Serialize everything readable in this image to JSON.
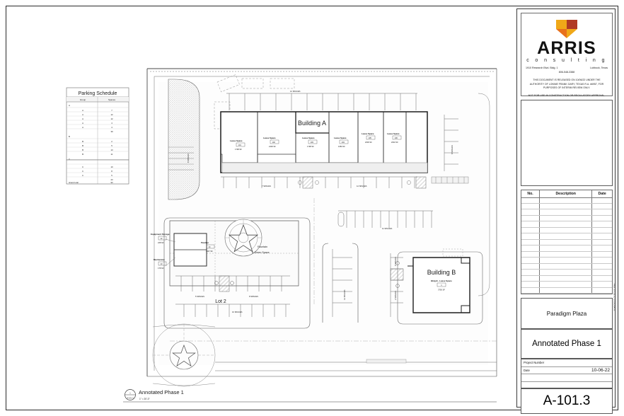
{
  "sheet": {
    "plot_stamp": "10/6/2022 2:37:11 PM"
  },
  "titleblock": {
    "logo": {
      "name": "ARRIS",
      "tagline": "c o n s u l t i n g",
      "address_line": "1910 Research Blvd. Bldg. 1",
      "city_state": "Lubbock, Texas",
      "phone": "806-548-3388",
      "disclaimer_1": "THIS DOCUMENT IS RELEASED ON  10/06/22  UNDER THE AUTHORITY OF LONNIE FRANK GARY, TEXAS R.A. #6957, FOR PURPOSES OF INTERIM REVIEW ONLY.",
      "disclaimer_2": "NOT FOR USE IN CONSTRUCTION OR REGULATORY APPROVAL."
    },
    "revisions": {
      "columns": [
        "No.",
        "Description",
        "Date"
      ],
      "rows": [
        {
          "no": "",
          "description": "",
          "date": ""
        },
        {
          "no": "",
          "description": "",
          "date": ""
        },
        {
          "no": "",
          "description": "",
          "date": ""
        },
        {
          "no": "",
          "description": "",
          "date": ""
        },
        {
          "no": "",
          "description": "",
          "date": ""
        },
        {
          "no": "",
          "description": "",
          "date": ""
        },
        {
          "no": "",
          "description": "",
          "date": ""
        },
        {
          "no": "",
          "description": "",
          "date": ""
        },
        {
          "no": "",
          "description": "",
          "date": ""
        },
        {
          "no": "",
          "description": "",
          "date": ""
        },
        {
          "no": "",
          "description": "",
          "date": ""
        },
        {
          "no": "",
          "description": "",
          "date": ""
        },
        {
          "no": "",
          "description": "",
          "date": ""
        },
        {
          "no": "",
          "description": "",
          "date": ""
        },
        {
          "no": "",
          "description": "",
          "date": ""
        },
        {
          "no": "",
          "description": "",
          "date": ""
        }
      ]
    },
    "project_name": "Paradigm Plaza",
    "sheet_title": "Annotated Phase 1",
    "project_number_label": "Project Number",
    "project_number_value": "",
    "date_label": "Date",
    "date_value": "10-06-22",
    "extra_label_1": "",
    "extra_label_2": "",
    "sheet_number": "A-101.3"
  },
  "drawing": {
    "title": "Annotated Phase 1",
    "scale": "1\" = 20'-0\"",
    "detail_number": "1",
    "detail_sheet": "A-101.3",
    "buildings": [
      {
        "name": "Building A"
      },
      {
        "name": "Building B"
      }
    ],
    "lot_label": "Lot 2",
    "green_space_label_1": "Fountain",
    "green_space_label_2": "& Green Space",
    "lease_spaces": [
      {
        "label": "Lease Space",
        "number": "101",
        "area": "1798 SF"
      },
      {
        "label": "Lease Space",
        "number": "102",
        "area": "2400 SF"
      },
      {
        "label": "Lease Space",
        "number": "103",
        "area": "1798 SF"
      },
      {
        "label": "Lease Space",
        "number": "104",
        "area": "1683 SF"
      },
      {
        "label": "Lease Space",
        "number": "105",
        "area": "2006 SF"
      },
      {
        "label": "Lease Space",
        "number": "106",
        "area": "2032 SF"
      }
    ],
    "building_b_space": {
      "label": "Bldg B - Lease Space",
      "number": "1",
      "area": "3750 SF"
    },
    "site_rooms": [
      {
        "label": "Equipment Storage",
        "number": "12",
        "area": "228 SF"
      },
      {
        "label": "Mechanical",
        "number": "13",
        "area": "178 SF"
      },
      {
        "label": "Pavilion",
        "number": "14",
        "area": "1447 SF"
      }
    ],
    "parking_counts": [
      {
        "id": "a",
        "text": "12 SPACES"
      },
      {
        "id": "b",
        "text": "7 SPACES"
      },
      {
        "id": "c",
        "text": "12 SPACES"
      },
      {
        "id": "d",
        "text": "6 SPACES"
      },
      {
        "id": "e",
        "text": "6 SPACES"
      },
      {
        "id": "f",
        "text": "11 SPACES"
      },
      {
        "id": "g",
        "text": "5 SPACES"
      },
      {
        "id": "h",
        "text": "8 SPACES"
      },
      {
        "id": "i",
        "text": "10 SPACES"
      },
      {
        "id": "j",
        "text": "13 SPACES"
      },
      {
        "id": "k",
        "text": "5 SPACES"
      },
      {
        "id": "l",
        "text": "2 SPACES"
      },
      {
        "id": "m",
        "text": "6 SPACES"
      }
    ]
  },
  "parking_schedule": {
    "title": "Parking Schedule",
    "columns": [
      "Group",
      "Spaces"
    ],
    "groups": [
      {
        "name": "A",
        "rows": [
          {
            "group": "A",
            "spaces": "7"
          },
          {
            "group": "A",
            "spaces": "12"
          },
          {
            "group": "A",
            "spaces": "12"
          },
          {
            "group": "A",
            "spaces": "4"
          },
          {
            "group": "A",
            "spaces": "4"
          }
        ],
        "subtotal": "39"
      },
      {
        "name": "B",
        "rows": [
          {
            "group": "B",
            "spaces": "2"
          },
          {
            "group": "B",
            "spaces": "5"
          },
          {
            "group": "B",
            "spaces": "13"
          },
          {
            "group": "B",
            "spaces": "11"
          }
        ],
        "subtotal": "31"
      },
      {
        "name": "C",
        "rows": [
          {
            "group": "C",
            "spaces": "10"
          },
          {
            "group": "C",
            "spaces": "8"
          },
          {
            "group": "C",
            "spaces": "5"
          }
        ],
        "subtotal": "23"
      }
    ],
    "grand_total_label": "Grand total",
    "grand_total_value": "93"
  }
}
